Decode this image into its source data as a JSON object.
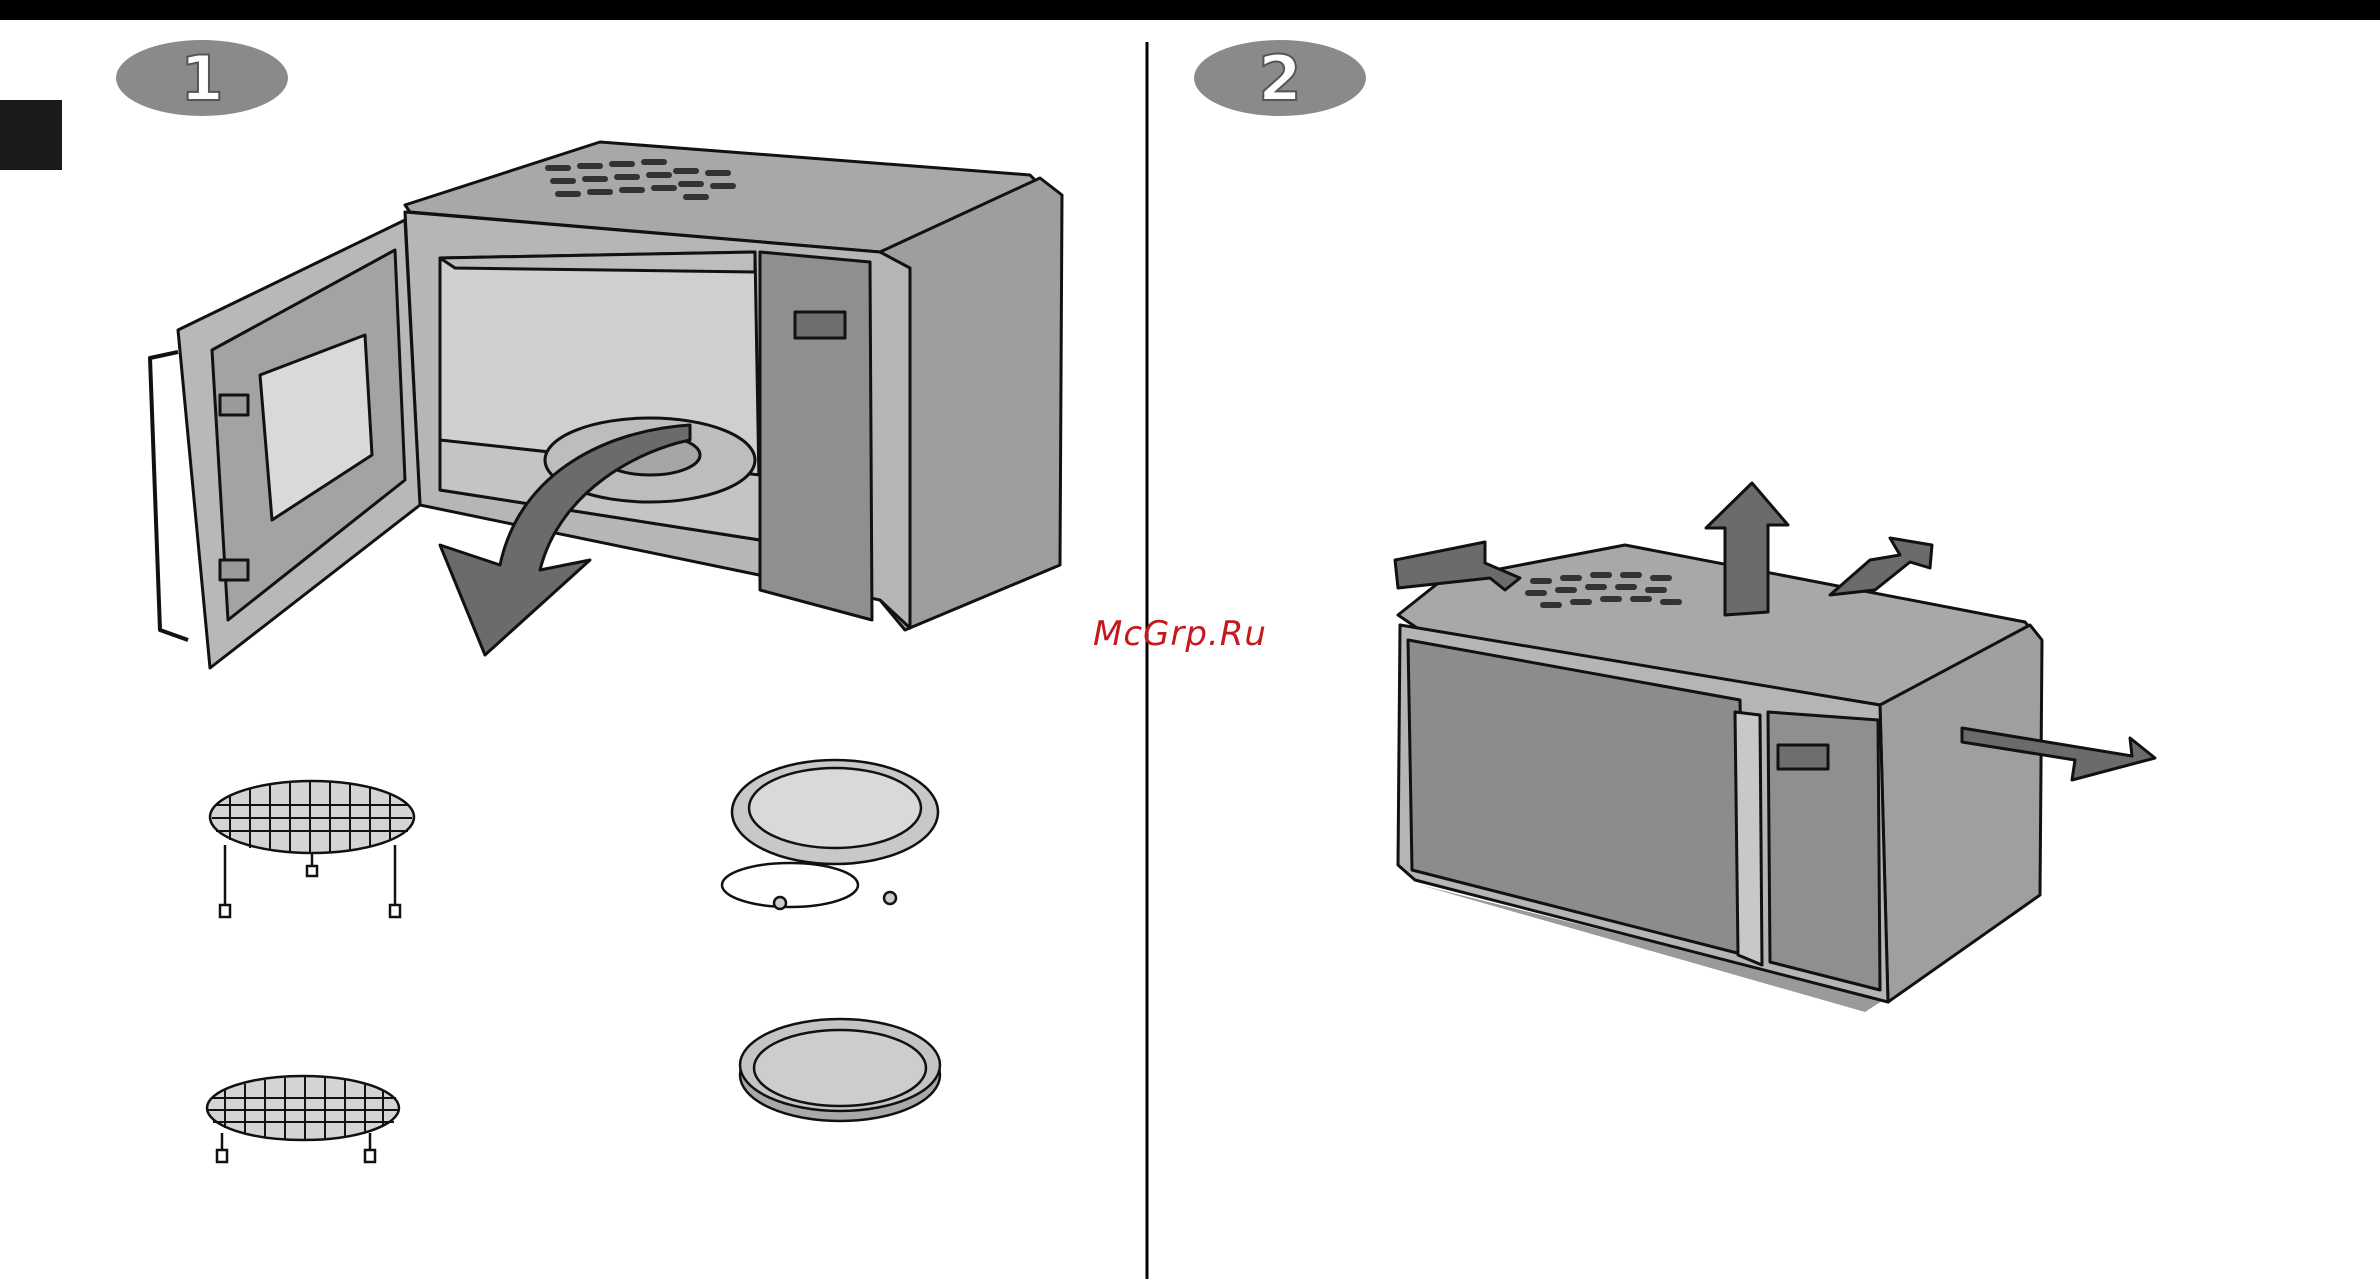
{
  "steps": [
    {
      "number": "1",
      "badge_color": "#8a8a8a"
    },
    {
      "number": "2",
      "badge_color": "#8a8a8a"
    }
  ],
  "watermark": {
    "text": "McGrp.Ru",
    "color": "#c4191d"
  },
  "colors": {
    "top_bar": "#000000",
    "appliance_body": "#b3b3b3",
    "appliance_dark": "#8c8c8c",
    "arrow_fill": "#6b6b6b",
    "outline": "#111111"
  },
  "illustrations": {
    "panel_1": [
      "open-microwave",
      "removal-arrow",
      "tall-grill-rack",
      "turntable-with-roller-ring",
      "short-grill-rack",
      "crisp-plate"
    ],
    "panel_2": [
      "closed-microwave",
      "clearance-arrow-up",
      "clearance-arrow-left",
      "clearance-arrow-back",
      "clearance-arrow-right"
    ]
  }
}
